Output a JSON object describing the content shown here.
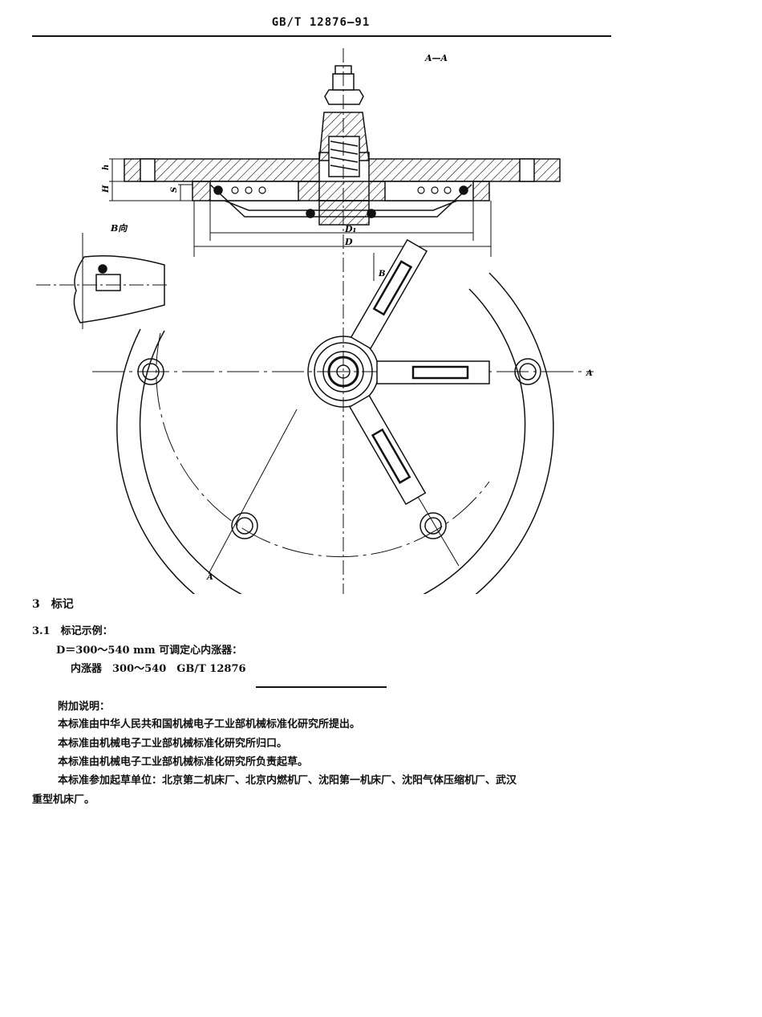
{
  "header": {
    "standard_code": "GB/T 12876—91"
  },
  "drawing": {
    "section_label": "A—A",
    "view_label": "B向",
    "dimension_labels": {
      "h": "h",
      "H": "H",
      "S": "S",
      "D1": "D₁",
      "D": "D"
    },
    "arrow_labels": {
      "b": "B",
      "a_right": "A",
      "a_bottom": "A"
    }
  },
  "section": {
    "number_title": "3　标记",
    "subsection": "3.1　标记示例：",
    "example_line": "D＝300～540 mm 可调定心内涨器：",
    "designation": "内涨器　300～540　GB/T 12876"
  },
  "notes": {
    "title": "附加说明：",
    "lines": [
      "本标准由中华人民共和国机械电子工业部机械标准化研究所提出。",
      "本标准由机械电子工业部机械标准化研究所归口。",
      "本标准由机械电子工业部机械标准化研究所负责起草。",
      "本标准参加起草单位：北京第二机床厂、北京内燃机厂、沈阳第一机床厂、沈阳气体压缩机厂、武汉",
      "重型机床厂。"
    ]
  }
}
